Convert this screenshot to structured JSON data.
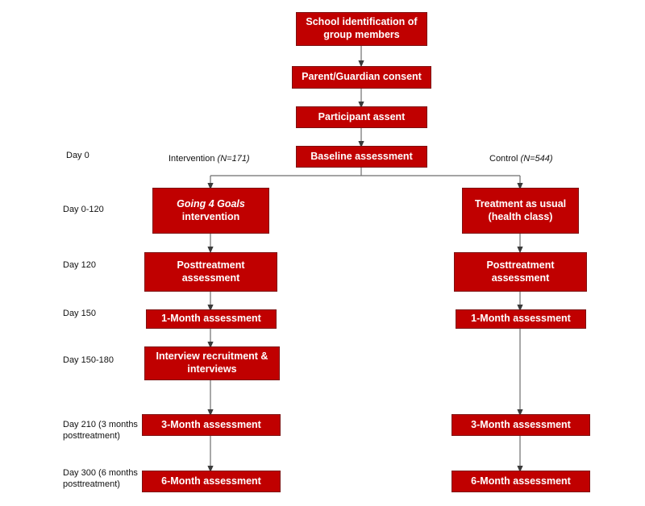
{
  "figure": {
    "type": "flowchart",
    "background_color": "#ffffff",
    "node_fill_color": "#C00000",
    "node_border_color": "#7d1111",
    "node_text_color": "#ffffff",
    "connector_color": "#595959",
    "label_text_color": "#111111"
  },
  "timeline_labels": [
    {
      "id": "day-0",
      "text": "Day 0"
    },
    {
      "id": "day-0-120",
      "text": "Day 0-120"
    },
    {
      "id": "day-120",
      "text": "Day 120"
    },
    {
      "id": "day-150",
      "text": "Day 150"
    },
    {
      "id": "day-150-180",
      "text": "Day 150-180"
    },
    {
      "id": "day-210",
      "text": "Day 210 (3 months\nposttreatment)"
    },
    {
      "id": "day-300",
      "text": "Day 300 (6 months\nposttreatment)"
    }
  ],
  "branch_labels": {
    "intervention": {
      "name": "Intervention ",
      "n": "(N=171)"
    },
    "control": {
      "name": "Control ",
      "n": "(N=544)"
    }
  },
  "stem_nodes": [
    {
      "id": "school-identification",
      "line1": "School identification of",
      "line2": "group members"
    },
    {
      "id": "parent-guardian-consent",
      "line1": "Parent/Guardian consent"
    },
    {
      "id": "participant-assent",
      "line1": "Participant assent"
    },
    {
      "id": "baseline-assessment",
      "line1": "Baseline assessment"
    }
  ],
  "intervention_nodes": [
    {
      "id": "going-4-goals-intervention",
      "line1": "Going 4 Goals",
      "line1_italic": true,
      "line2": "intervention"
    },
    {
      "id": "intervention-posttreatment-assessment",
      "line1": "Posttreatment",
      "line2": "assessment"
    },
    {
      "id": "intervention-1-month-assessment",
      "line1": "1-Month assessment"
    },
    {
      "id": "interview-recruitment",
      "line1": "Interview recruitment &",
      "line2": "interviews"
    },
    {
      "id": "intervention-3-month-assessment",
      "line1": "3-Month assessment"
    },
    {
      "id": "intervention-6-month-assessment",
      "line1": "6-Month assessment"
    }
  ],
  "control_nodes": [
    {
      "id": "treatment-as-usual",
      "line1": "Treatment as usual",
      "line2": "(health class)"
    },
    {
      "id": "control-posttreatment-assessment",
      "line1": "Posttreatment",
      "line2": "assessment"
    },
    {
      "id": "control-1-month-assessment",
      "line1": "1-Month assessment"
    },
    {
      "id": "control-3-month-assessment",
      "line1": "3-Month assessment"
    },
    {
      "id": "control-6-month-assessment",
      "line1": "6-Month assessment"
    }
  ]
}
